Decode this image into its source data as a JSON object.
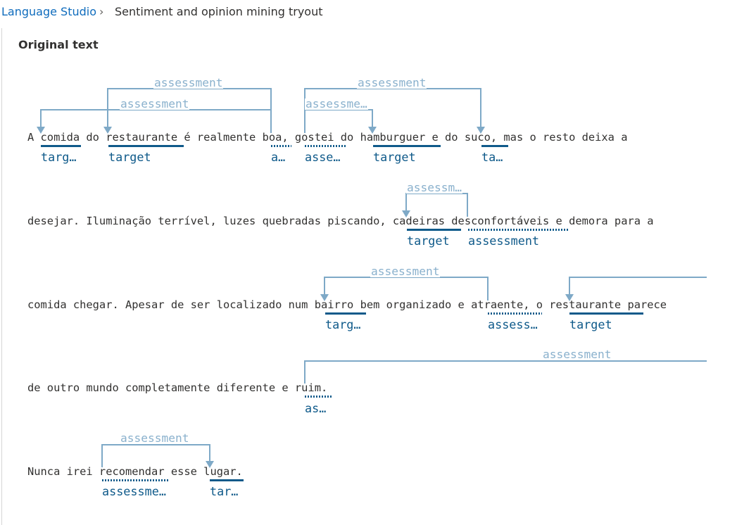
{
  "breadcrumb": {
    "root": "Language Studio",
    "separator": "›",
    "current": "Sentiment and opinion mining tryout"
  },
  "panel": {
    "title": "Original text"
  },
  "text_lines": [
    "A comida do restaurante é realmente boa, gostei do hamburguer e do suco, mas o resto deixa a",
    "desejar. Iluminação terrível, luzes quebradas piscando, cadeiras desconfortáveis e demora para a",
    "comida chegar. Apesar de ser localizado num bairro bem organizado e atraente, o restaurante parece",
    "de outro mundo completamente diferente e ruim.",
    "Nunca irei recomendar esse lugar."
  ],
  "token_labels": [
    "targ…",
    "target",
    "a…",
    "asse…",
    "target",
    "ta…",
    "target",
    "assessment",
    "targ…",
    "assess…",
    "target",
    "as…",
    "assessme…",
    "tar…"
  ],
  "arc_labels": [
    "assessment",
    "assessment",
    "assessment",
    "assessme…",
    "assessm…",
    "assessment",
    "assessment",
    "assessment"
  ],
  "colors": {
    "link": "#0f6cbd",
    "token": "#0f5a8a",
    "arc": "#8ab1cd"
  }
}
